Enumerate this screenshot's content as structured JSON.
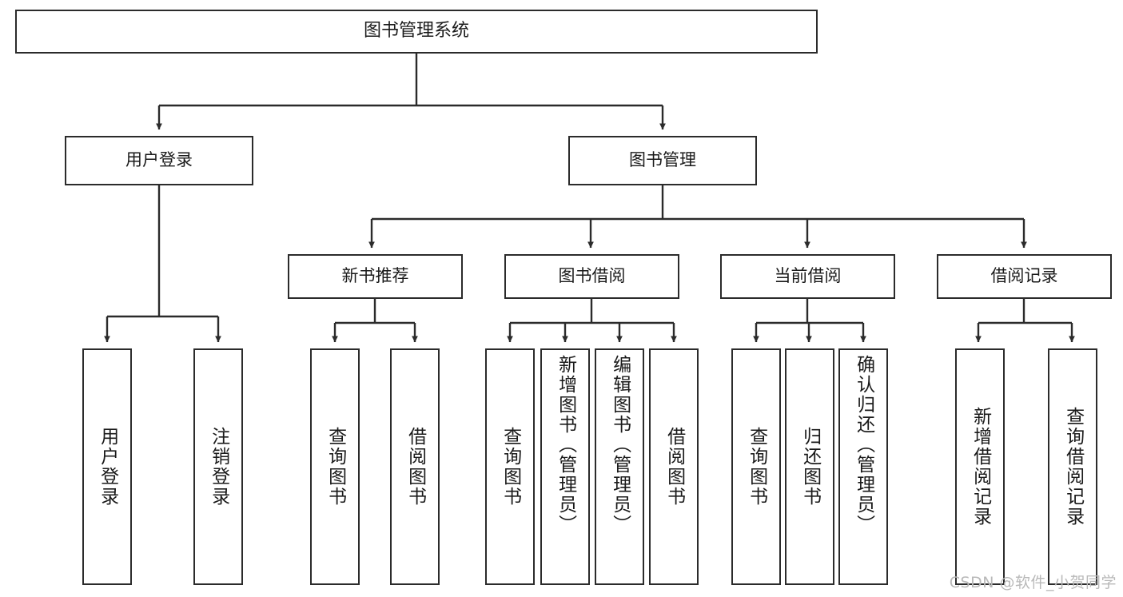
{
  "diagram": {
    "title": "图书管理系统",
    "watermark": "CSDN @软件_小贺同学",
    "line_color": "#2b2b2b",
    "box_fill": "#ffffff",
    "text_color": "#1a1a1a",
    "root": {
      "label": "图书管理系统"
    },
    "level1": [
      {
        "label": "用户登录"
      },
      {
        "label": "图书管理"
      }
    ],
    "level2": [
      {
        "label": "新书推荐"
      },
      {
        "label": "图书借阅"
      },
      {
        "label": "当前借阅"
      },
      {
        "label": "借阅记录"
      }
    ],
    "leaves": {
      "user_login": [
        {
          "label": "用户登录"
        },
        {
          "label": "注销登录"
        }
      ],
      "new_book_recommend": [
        {
          "label": "查询图书"
        },
        {
          "label": "借阅图书"
        }
      ],
      "book_borrow": [
        {
          "label": "查询图书"
        },
        {
          "label": "新增图书（管理员）"
        },
        {
          "label": "编辑图书（管理员）"
        },
        {
          "label": "借阅图书"
        }
      ],
      "current_borrow": [
        {
          "label": "查询图书"
        },
        {
          "label": "归还图书"
        },
        {
          "label": "确认归还（管理员）"
        }
      ],
      "borrow_record": [
        {
          "label": "新增借阅记录"
        },
        {
          "label": "查询借阅记录"
        }
      ]
    }
  }
}
